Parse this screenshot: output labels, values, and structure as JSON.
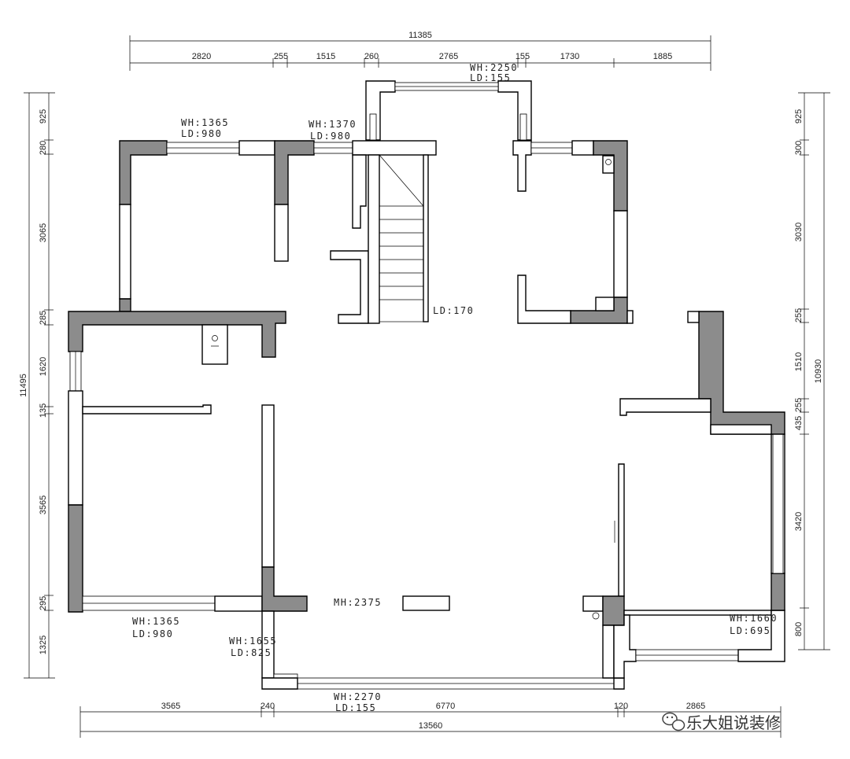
{
  "dimensions": {
    "top_total": "11385",
    "top_segments": [
      "2820",
      "255",
      "1515",
      "260",
      "2765",
      "155",
      "1730",
      "1885"
    ],
    "bottom_total": "13560",
    "bottom_segments": [
      "3565",
      "240",
      "6770",
      "120",
      "2865"
    ],
    "left_total": "11495",
    "left_segments": [
      "925",
      "280",
      "3065",
      "285",
      "1620",
      "135",
      "3565",
      "295",
      "1325"
    ],
    "right_total": "10930",
    "right_segments": [
      "925",
      "300",
      "3030",
      "255",
      "1510",
      "255",
      "435",
      "3420",
      "800"
    ]
  },
  "labels": {
    "top_bay_wh": "WH:2250",
    "top_bay_ld": "LD:155",
    "nw_room_wh": "WH:1365",
    "nw_room_ld": "LD:980",
    "n_mid_wh": "WH:1370",
    "n_mid_ld": "LD:980",
    "stair_ld": "LD:170",
    "sw_room_wh": "WH:1365",
    "sw_room_ld": "LD:980",
    "s_door_wh": "WH:1655",
    "s_door_ld": "LD:825",
    "mh": "MH:2375",
    "bottom_wh": "WH:2270",
    "bottom_ld": "LD:155",
    "se_wh": "WH:1660",
    "se_ld": "LD:695"
  },
  "watermark": "乐大姐说装修",
  "watermark_icon": "wechat-icon"
}
